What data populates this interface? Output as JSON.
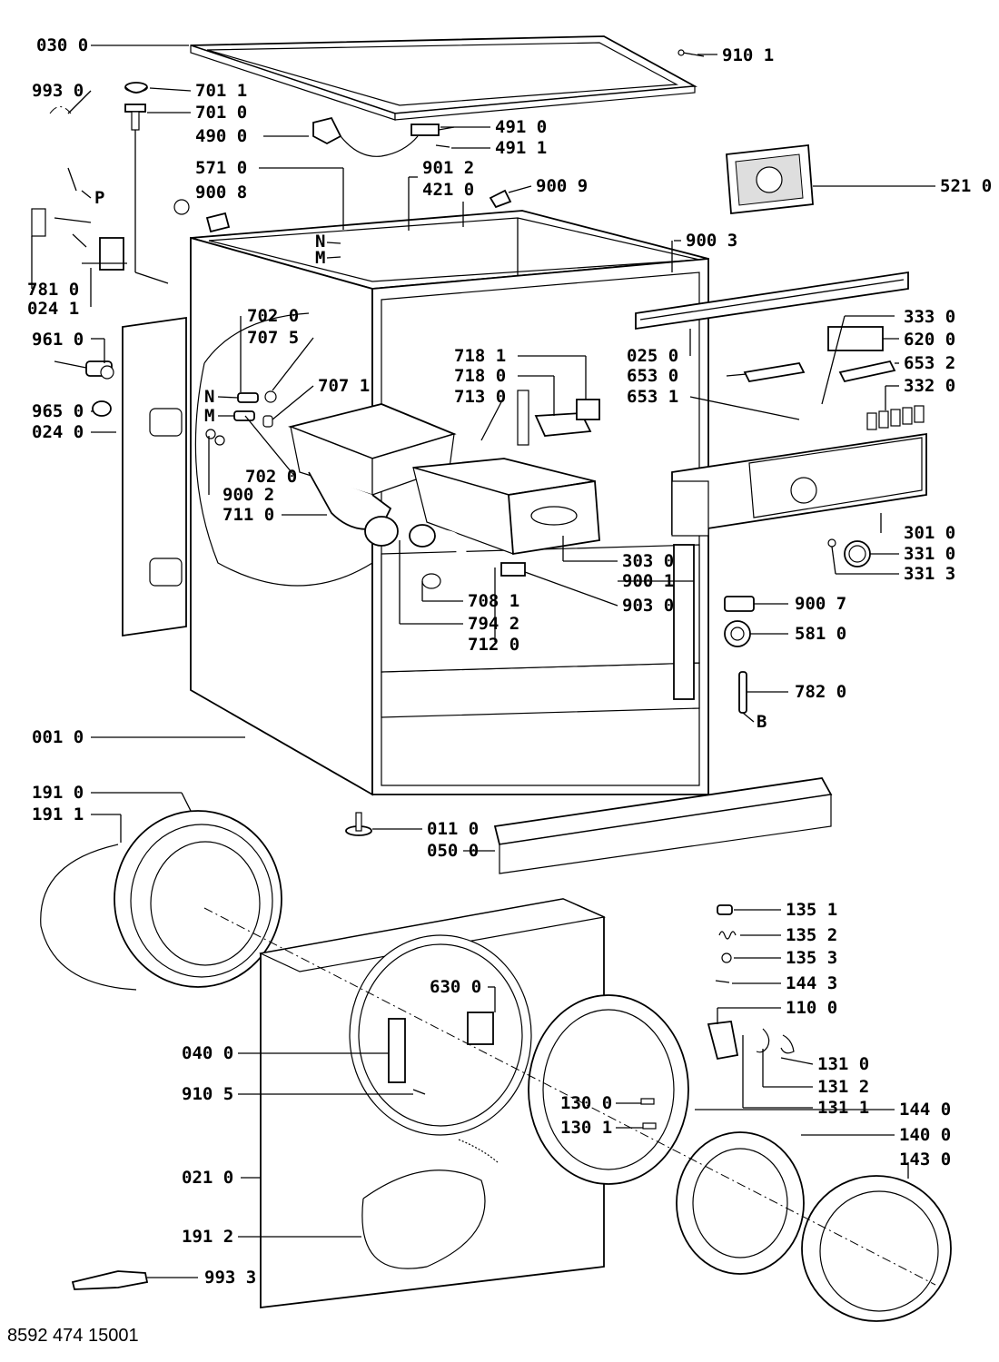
{
  "footer_code": "8592 474 15001",
  "labels": [
    {
      "id": "lbl-030-0",
      "text": "030 0"
    },
    {
      "id": "lbl-910-1",
      "text": "910 1"
    },
    {
      "id": "lbl-993-0",
      "text": "993 0"
    },
    {
      "id": "lbl-701-1",
      "text": "701 1"
    },
    {
      "id": "lbl-701-0",
      "text": "701 0"
    },
    {
      "id": "lbl-490-0",
      "text": "490 0"
    },
    {
      "id": "lbl-491-0",
      "text": "491 0"
    },
    {
      "id": "lbl-491-1",
      "text": "491 1"
    },
    {
      "id": "lbl-571-0",
      "text": "571 0"
    },
    {
      "id": "lbl-901-2",
      "text": "901 2"
    },
    {
      "id": "lbl-421-0",
      "text": "421 0"
    },
    {
      "id": "lbl-900-9",
      "text": "900 9"
    },
    {
      "id": "lbl-521-0",
      "text": "521 0"
    },
    {
      "id": "lbl-900-8",
      "text": "900 8"
    },
    {
      "id": "lbl-p",
      "text": "P"
    },
    {
      "id": "lbl-n-top",
      "text": "N"
    },
    {
      "id": "lbl-m-top",
      "text": "M"
    },
    {
      "id": "lbl-900-3",
      "text": "900 3"
    },
    {
      "id": "lbl-781-0",
      "text": "781 0"
    },
    {
      "id": "lbl-024-1",
      "text": "024 1"
    },
    {
      "id": "lbl-702-0-top",
      "text": "702 0"
    },
    {
      "id": "lbl-707-5",
      "text": "707 5"
    },
    {
      "id": "lbl-333-0",
      "text": "333 0"
    },
    {
      "id": "lbl-961-0",
      "text": "961 0"
    },
    {
      "id": "lbl-025-0",
      "text": "025 0"
    },
    {
      "id": "lbl-620-0",
      "text": "620 0"
    },
    {
      "id": "lbl-718-1",
      "text": "718 1"
    },
    {
      "id": "lbl-718-0",
      "text": "718 0"
    },
    {
      "id": "lbl-653-0",
      "text": "653 0"
    },
    {
      "id": "lbl-653-2",
      "text": "653 2"
    },
    {
      "id": "lbl-713-0",
      "text": "713 0"
    },
    {
      "id": "lbl-653-1",
      "text": "653 1"
    },
    {
      "id": "lbl-332-0",
      "text": "332 0"
    },
    {
      "id": "lbl-707-1",
      "text": "707 1"
    },
    {
      "id": "lbl-n-mid",
      "text": "N"
    },
    {
      "id": "lbl-m-mid",
      "text": "M"
    },
    {
      "id": "lbl-965-0",
      "text": "965 0"
    },
    {
      "id": "lbl-024-0",
      "text": "024 0"
    },
    {
      "id": "lbl-702-0-bot",
      "text": "702 0"
    },
    {
      "id": "lbl-900-2",
      "text": "900 2"
    },
    {
      "id": "lbl-711-0",
      "text": "711 0"
    },
    {
      "id": "lbl-301-0",
      "text": "301 0"
    },
    {
      "id": "lbl-331-0",
      "text": "331 0"
    },
    {
      "id": "lbl-303-0",
      "text": "303 0"
    },
    {
      "id": "lbl-331-3",
      "text": "331 3"
    },
    {
      "id": "lbl-900-1",
      "text": "900 1"
    },
    {
      "id": "lbl-900-7",
      "text": "900 7"
    },
    {
      "id": "lbl-708-1",
      "text": "708 1"
    },
    {
      "id": "lbl-903-0",
      "text": "903 0"
    },
    {
      "id": "lbl-794-2",
      "text": "794 2"
    },
    {
      "id": "lbl-581-0",
      "text": "581 0"
    },
    {
      "id": "lbl-712-0",
      "text": "712 0"
    },
    {
      "id": "lbl-782-0",
      "text": "782 0"
    },
    {
      "id": "lbl-b",
      "text": "B"
    },
    {
      "id": "lbl-001-0",
      "text": "001 0"
    },
    {
      "id": "lbl-191-0",
      "text": "191 0"
    },
    {
      "id": "lbl-191-1",
      "text": "191 1"
    },
    {
      "id": "lbl-011-0",
      "text": "011 0"
    },
    {
      "id": "lbl-050-0",
      "text": "050 0"
    },
    {
      "id": "lbl-135-1",
      "text": "135 1"
    },
    {
      "id": "lbl-135-2",
      "text": "135 2"
    },
    {
      "id": "lbl-135-3",
      "text": "135 3"
    },
    {
      "id": "lbl-144-3",
      "text": "144 3"
    },
    {
      "id": "lbl-630-0",
      "text": "630 0"
    },
    {
      "id": "lbl-110-0",
      "text": "110 0"
    },
    {
      "id": "lbl-131-0",
      "text": "131 0"
    },
    {
      "id": "lbl-040-0",
      "text": "040 0"
    },
    {
      "id": "lbl-131-2",
      "text": "131 2"
    },
    {
      "id": "lbl-131-1",
      "text": "131 1"
    },
    {
      "id": "lbl-910-5",
      "text": "910 5"
    },
    {
      "id": "lbl-130-0",
      "text": "130 0"
    },
    {
      "id": "lbl-144-0",
      "text": "144 0"
    },
    {
      "id": "lbl-130-1",
      "text": "130 1"
    },
    {
      "id": "lbl-140-0",
      "text": "140 0"
    },
    {
      "id": "lbl-143-0",
      "text": "143 0"
    },
    {
      "id": "lbl-021-0",
      "text": "021 0"
    },
    {
      "id": "lbl-191-2",
      "text": "191 2"
    },
    {
      "id": "lbl-993-3",
      "text": "993 3"
    }
  ]
}
